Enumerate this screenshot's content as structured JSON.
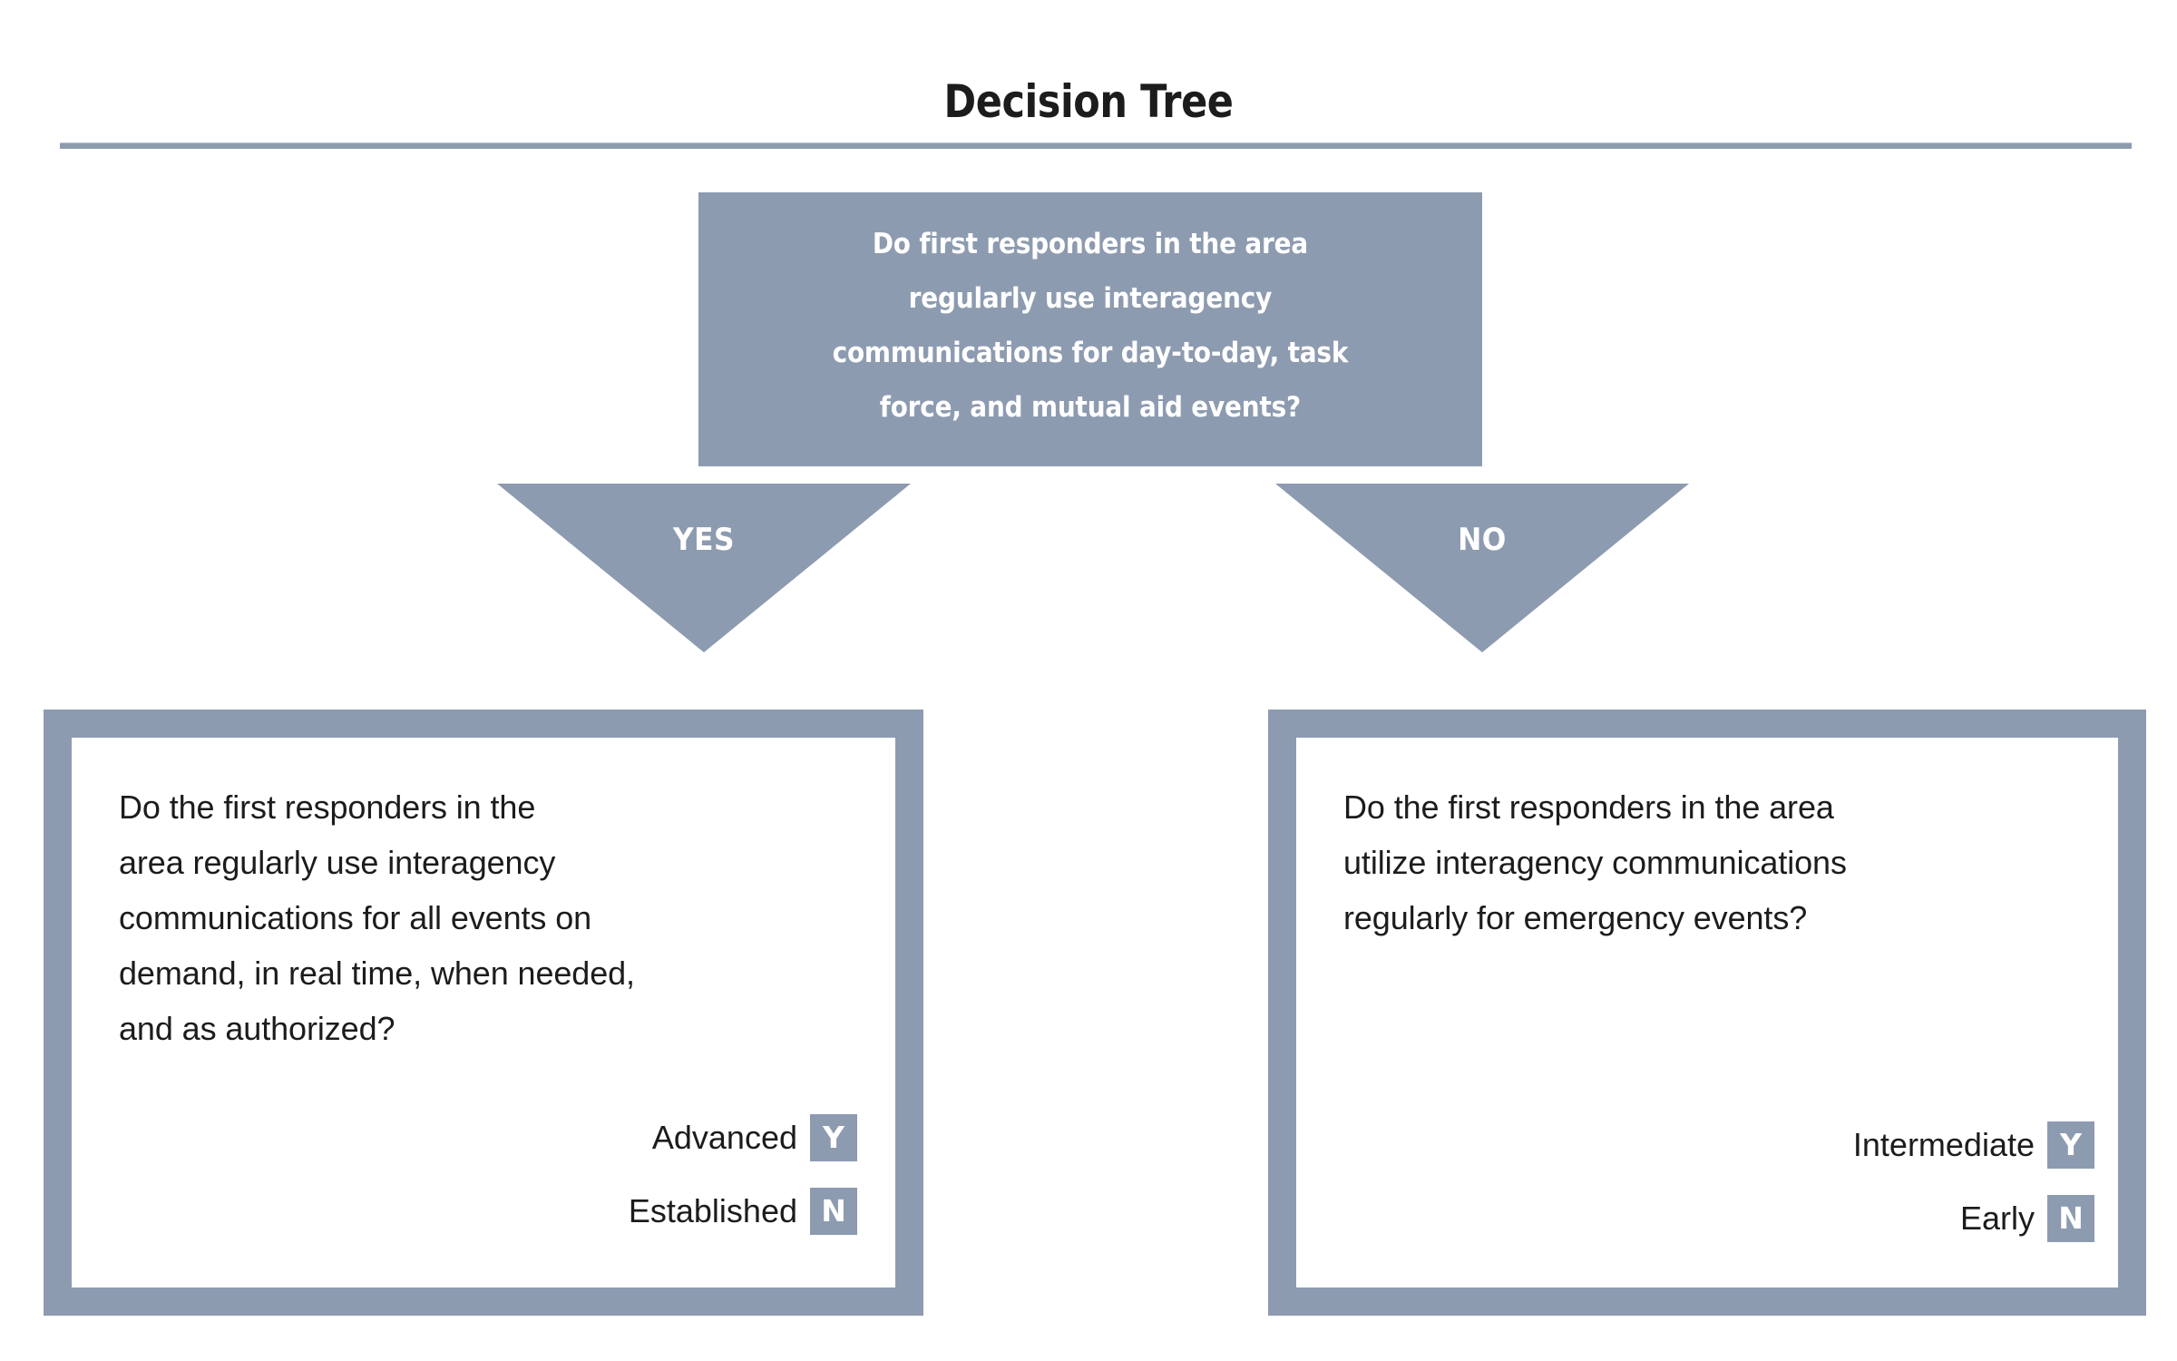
{
  "header": {
    "title": "Decision Tree",
    "rule_color": "#8d9bb0"
  },
  "theme": {
    "accent": "#8d9bb0",
    "text": "#1c1c1c",
    "on_accent": "#ffffff",
    "background": "#ffffff"
  },
  "root": {
    "question": "Do first responders in the area\nregularly use interagency\ncommunications for day-to-day, task\nforce, and mutual aid events?"
  },
  "branches": [
    {
      "id": "yes",
      "label": "YES",
      "icon": "down-triangle-arrow"
    },
    {
      "id": "no",
      "label": "NO",
      "icon": "down-triangle-arrow"
    }
  ],
  "outcomes": [
    {
      "id": "left",
      "branch": "YES",
      "question": "Do the first responders in the\narea regularly use interagency\ncommunications for all events on\ndemand, in real time, when needed,\nand as authorized?",
      "results": [
        {
          "label": "Advanced",
          "badge": "Y"
        },
        {
          "label": "Established",
          "badge": "N"
        }
      ]
    },
    {
      "id": "right",
      "branch": "NO",
      "question": "Do the first responders in the area\nutilize interagency communications\nregularly for emergency events?",
      "results": [
        {
          "label": "Intermediate",
          "badge": "Y"
        },
        {
          "label": "Early",
          "badge": "N"
        }
      ]
    }
  ]
}
